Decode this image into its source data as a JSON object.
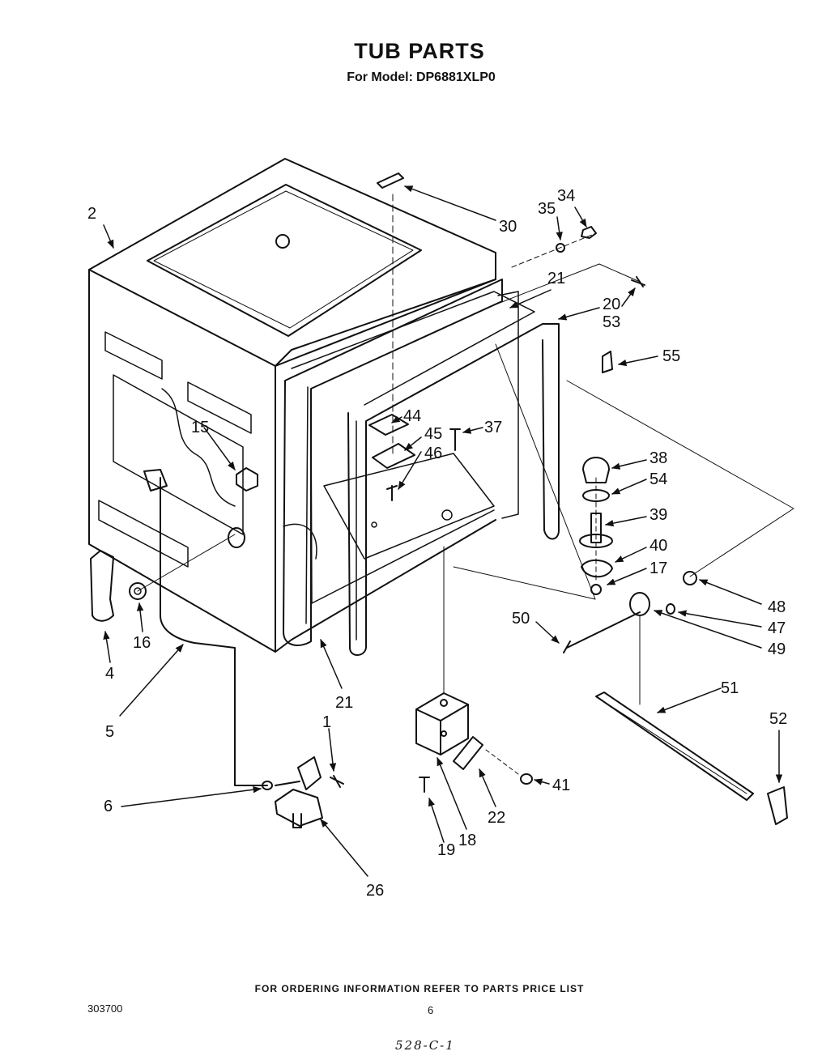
{
  "header": {
    "title": "TUB PARTS",
    "model_label": "For Model:",
    "model_number": "DP6881XLP0"
  },
  "callouts": {
    "c1": "1",
    "c2": "2",
    "c4": "4",
    "c5": "5",
    "c6": "6",
    "c15": "15",
    "c16": "16",
    "c17": "17",
    "c18": "18",
    "c19": "19",
    "c20": "20",
    "c21a": "21",
    "c21b": "21",
    "c22": "22",
    "c26": "26",
    "c30": "30",
    "c34": "34",
    "c35": "35",
    "c37": "37",
    "c38": "38",
    "c39": "39",
    "c40": "40",
    "c41": "41",
    "c44": "44",
    "c45": "45",
    "c46": "46",
    "c47": "47",
    "c48": "48",
    "c49": "49",
    "c50": "50",
    "c51": "51",
    "c52": "52",
    "c53": "53",
    "c54": "54",
    "c55": "55"
  },
  "footer": {
    "ordering_note": "FOR ORDERING INFORMATION REFER TO PARTS PRICE LIST",
    "document_number": "303700",
    "page_number": "6",
    "handwritten_note": "528-C-1"
  }
}
